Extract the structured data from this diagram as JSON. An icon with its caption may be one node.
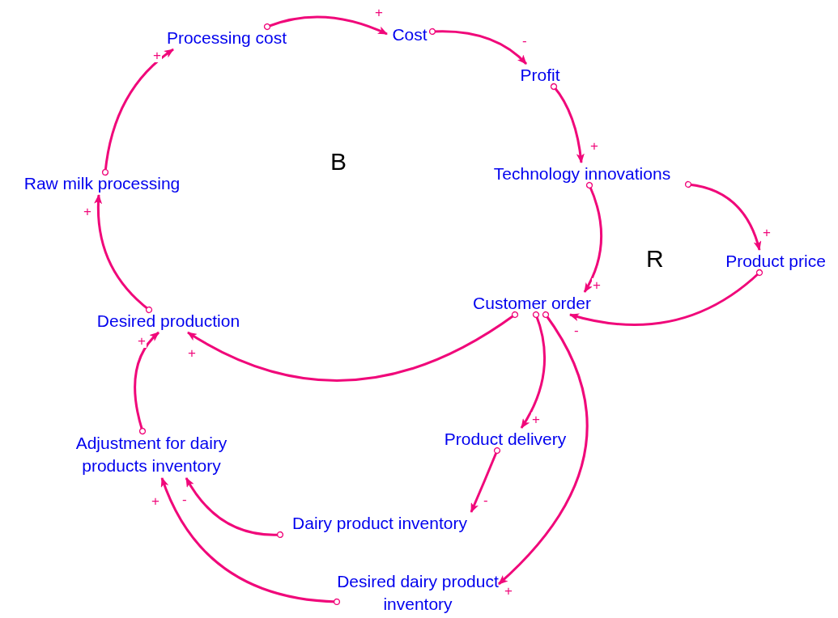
{
  "diagram": {
    "nodes": [
      {
        "text": [
          "Processing cost"
        ]
      },
      {
        "text": [
          "Cost"
        ]
      },
      {
        "text": [
          "Profit"
        ]
      },
      {
        "text": [
          "Technology innovations"
        ]
      },
      {
        "text": [
          "Product price"
        ]
      },
      {
        "text": [
          "Raw milk processing"
        ]
      },
      {
        "text": [
          "Customer order"
        ]
      },
      {
        "text": [
          "Desired production"
        ]
      },
      {
        "text": [
          "Adjustment for dairy products inventory"
        ]
      },
      {
        "text": [
          "Product delivery"
        ]
      },
      {
        "text": [
          "Dairy product inventory"
        ]
      },
      {
        "text": [
          "Desired dairy product inventory"
        ]
      }
    ],
    "edges": [
      {
        "from": 0,
        "to": 1,
        "arrow": "to",
        "label": "+"
      },
      {
        "from": 1,
        "to": 2,
        "arrow": "to",
        "label": "-"
      },
      {
        "from": 2,
        "to": 3,
        "arrow": "to",
        "label": "+"
      },
      {
        "from": 3,
        "to": 6,
        "arrow": "to",
        "label": "+"
      },
      {
        "from": 3,
        "to": 4,
        "arrow": "to",
        "label": "+"
      },
      {
        "from": 4,
        "to": 6,
        "arrow": "to",
        "label": "-"
      },
      {
        "from": 6,
        "to": 7,
        "arrow": "to",
        "label": "+"
      },
      {
        "from": 6,
        "to": 9,
        "arrow": "to",
        "label": "+"
      },
      {
        "from": 6,
        "to": 11,
        "arrow": "to",
        "label": "+"
      },
      {
        "from": 9,
        "to": 10,
        "arrow": "to",
        "label": "-"
      },
      {
        "from": 10,
        "to": 8,
        "arrow": "to",
        "label": "-"
      },
      {
        "from": 11,
        "to": 8,
        "arrow": "to",
        "label": "+"
      },
      {
        "from": 8,
        "to": 7,
        "arrow": "to",
        "label": "+"
      },
      {
        "from": 7,
        "to": 5,
        "arrow": "to",
        "label": "+"
      },
      {
        "from": 5,
        "to": 0,
        "arrow": "to",
        "label": "+"
      }
    ],
    "labels": [
      "B",
      "R"
    ]
  }
}
